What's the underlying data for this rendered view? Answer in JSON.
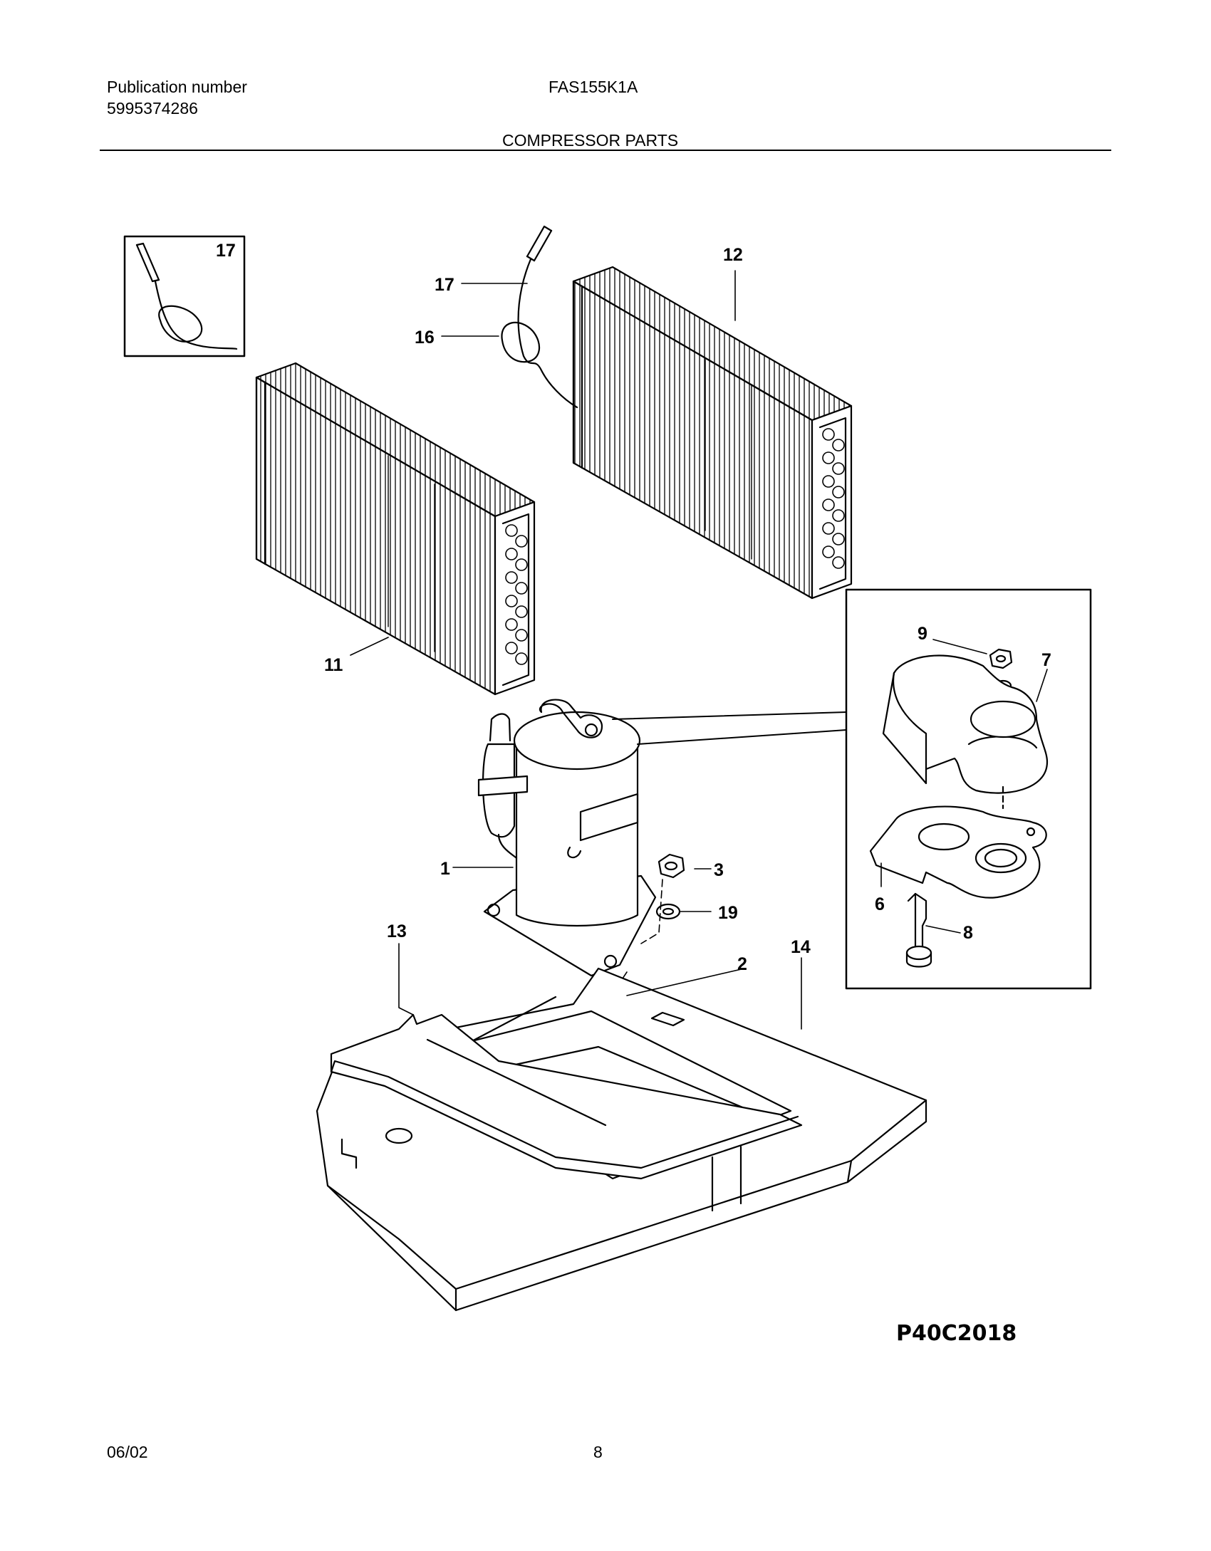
{
  "header": {
    "publication_label": "Publication number",
    "publication_number": "5995374286",
    "model": "FAS155K1A",
    "section_title": "COMPRESSOR PARTS"
  },
  "diagram": {
    "callouts": {
      "c1": "1",
      "c2": "2",
      "c3": "3",
      "c6": "6",
      "c7": "7",
      "c8": "8",
      "c9": "9",
      "c11": "11",
      "c12": "12",
      "c13": "13",
      "c14": "14",
      "c16": "16",
      "c17_inset": "17",
      "c17": "17",
      "c19": "19"
    },
    "drawing_code": "P40C2018"
  },
  "footer": {
    "date": "06/02",
    "page": "8"
  }
}
